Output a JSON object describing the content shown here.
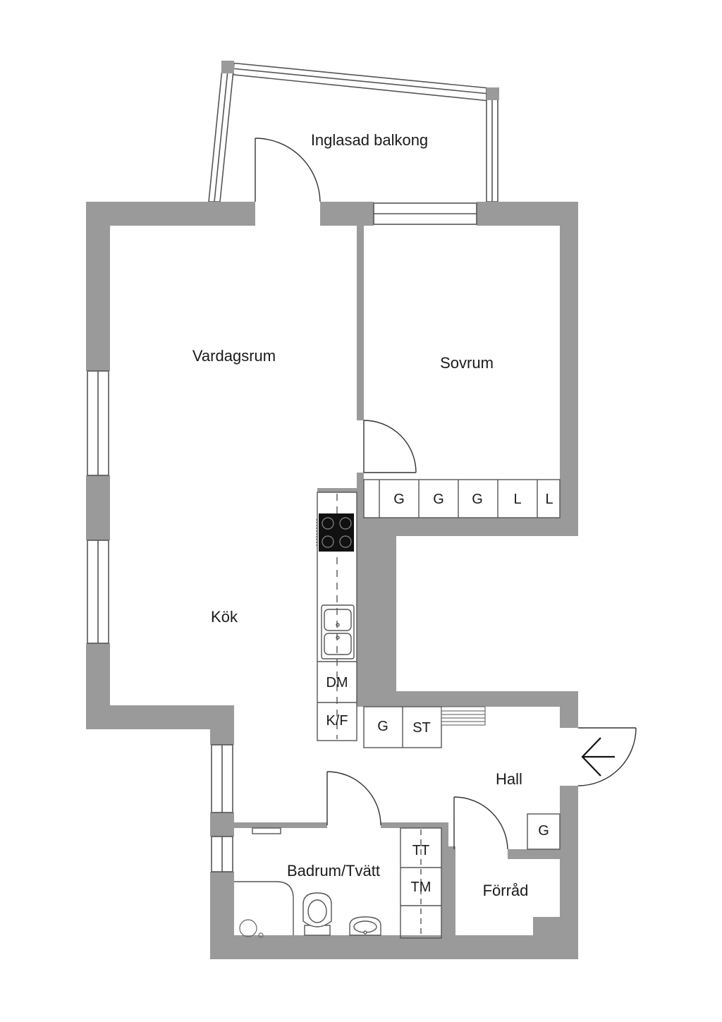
{
  "rooms": {
    "balcony": "Inglasad balkong",
    "living": "Vardagsrum",
    "bedroom": "Sovrum",
    "kitchen": "Kök",
    "hall": "Hall",
    "bathroom": "Badrum/Tvätt",
    "storage": "Förråd"
  },
  "units": {
    "bedroom_wardrobes": [
      "G",
      "G",
      "G",
      "L",
      "L"
    ],
    "dishwasher": "DM",
    "fridge_freezer": "K/F",
    "hall_wardrobe": "G",
    "hall_storage": "ST",
    "hall_closet": "G",
    "dryer": "TT",
    "washer": "TM"
  },
  "colors": {
    "wall": "#9a9a9a",
    "line": "#333333",
    "background": "#ffffff"
  }
}
